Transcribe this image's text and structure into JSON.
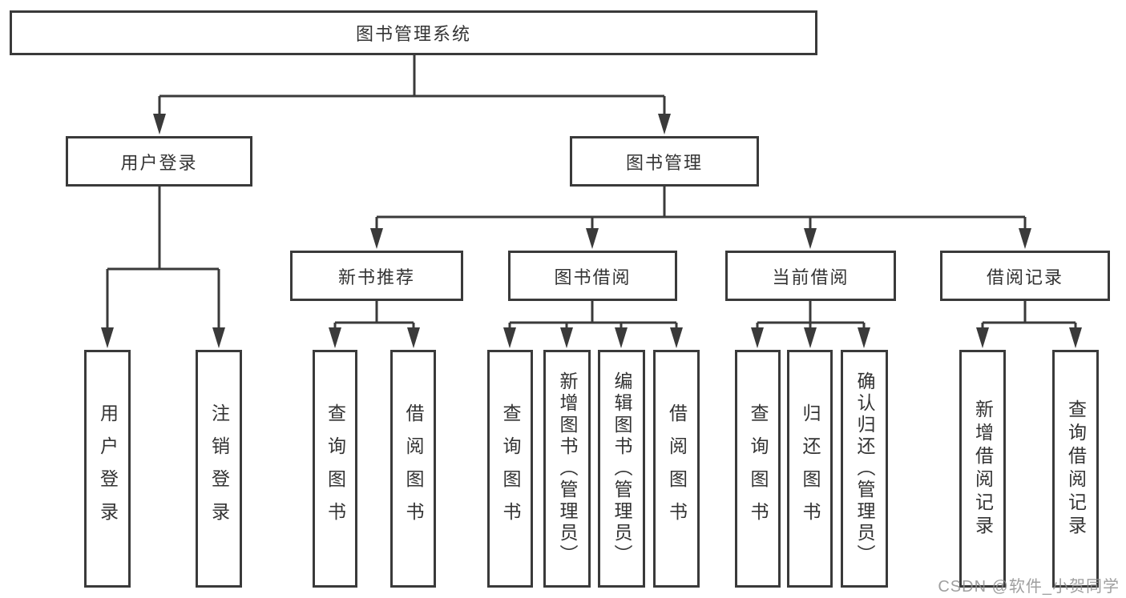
{
  "title": "图书管理系统",
  "branches": {
    "user_login": {
      "label": "用户登录",
      "children": {
        "login": "用户登录",
        "logout": "注销登录"
      }
    },
    "book_management": {
      "label": "图书管理",
      "sections": {
        "new_books": {
          "label": "新书推荐",
          "children": {
            "query": "查询图书",
            "borrow": "借阅图书"
          }
        },
        "borrowing": {
          "label": "图书借阅",
          "children": {
            "query": "查询图书",
            "add": "新增图书（管理员）",
            "edit": "编辑图书（管理员）",
            "borrow": "借阅图书"
          }
        },
        "current": {
          "label": "当前借阅",
          "children": {
            "query": "查询图书",
            "return": "归还图书",
            "confirm": "确认归还（管理员）"
          }
        },
        "records": {
          "label": "借阅记录",
          "children": {
            "add": "新增借阅记录",
            "query": "查询借阅记录"
          }
        }
      }
    }
  },
  "watermark": "CSDN @软件_小贺同学",
  "colors": {
    "line": "#3a3a3a",
    "text": "#333333",
    "watermark": "#8f8f8f"
  }
}
